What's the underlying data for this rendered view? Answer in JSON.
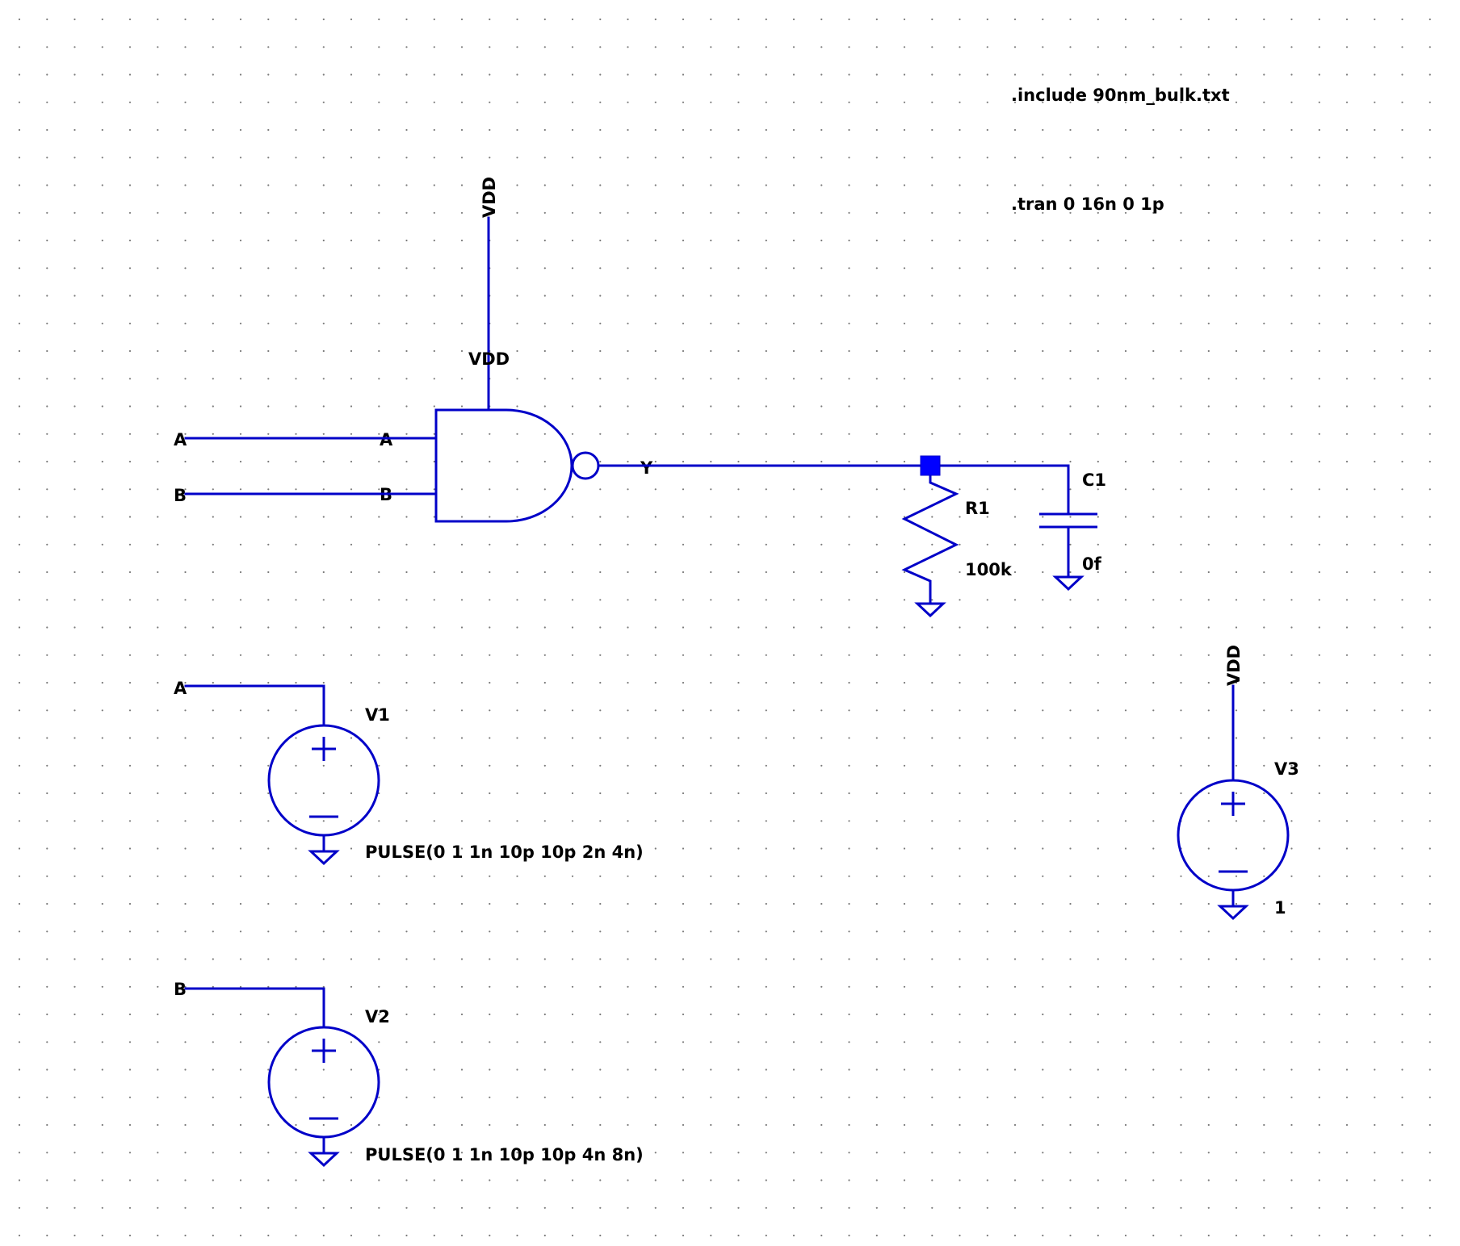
{
  "directives": {
    "include": ".include 90nm_bulk.txt",
    "tran": ".tran 0 16n 0 1p"
  },
  "gate": {
    "type": "nand2",
    "supply_label": "VDD",
    "input_a_label": "A",
    "input_b_label": "B",
    "output_label": "Y"
  },
  "nets": {
    "vdd_top": "VDD",
    "a_in": "A",
    "b_in": "B",
    "a_v1": "A",
    "b_v2": "B",
    "vdd_v3": "VDD"
  },
  "r1": {
    "name": "R1",
    "value": "100k"
  },
  "c1": {
    "name": "C1",
    "value": "0f"
  },
  "v1": {
    "name": "V1",
    "value": "PULSE(0 1 1n 10p 10p 2n 4n)"
  },
  "v2": {
    "name": "V2",
    "value": "PULSE(0 1 1n 10p 10p 4n 8n)"
  },
  "v3": {
    "name": "V3",
    "value": "1"
  },
  "colors": {
    "wire": "#0000c8",
    "junction": "#0000ff",
    "text": "#000000",
    "grid": "#7a7a7a"
  }
}
